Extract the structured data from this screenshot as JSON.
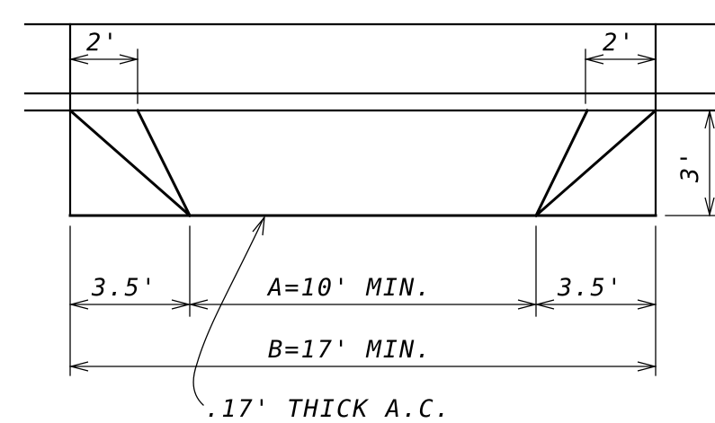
{
  "dimensions": {
    "top_left": "2'",
    "top_right": "2'",
    "height": "3'",
    "left_bottom": "3.5'",
    "center_bottom": "A=10' MIN.",
    "right_bottom": "3.5'",
    "overall": "B=17' MIN."
  },
  "callout": {
    "label": ".17' THICK A.C."
  }
}
